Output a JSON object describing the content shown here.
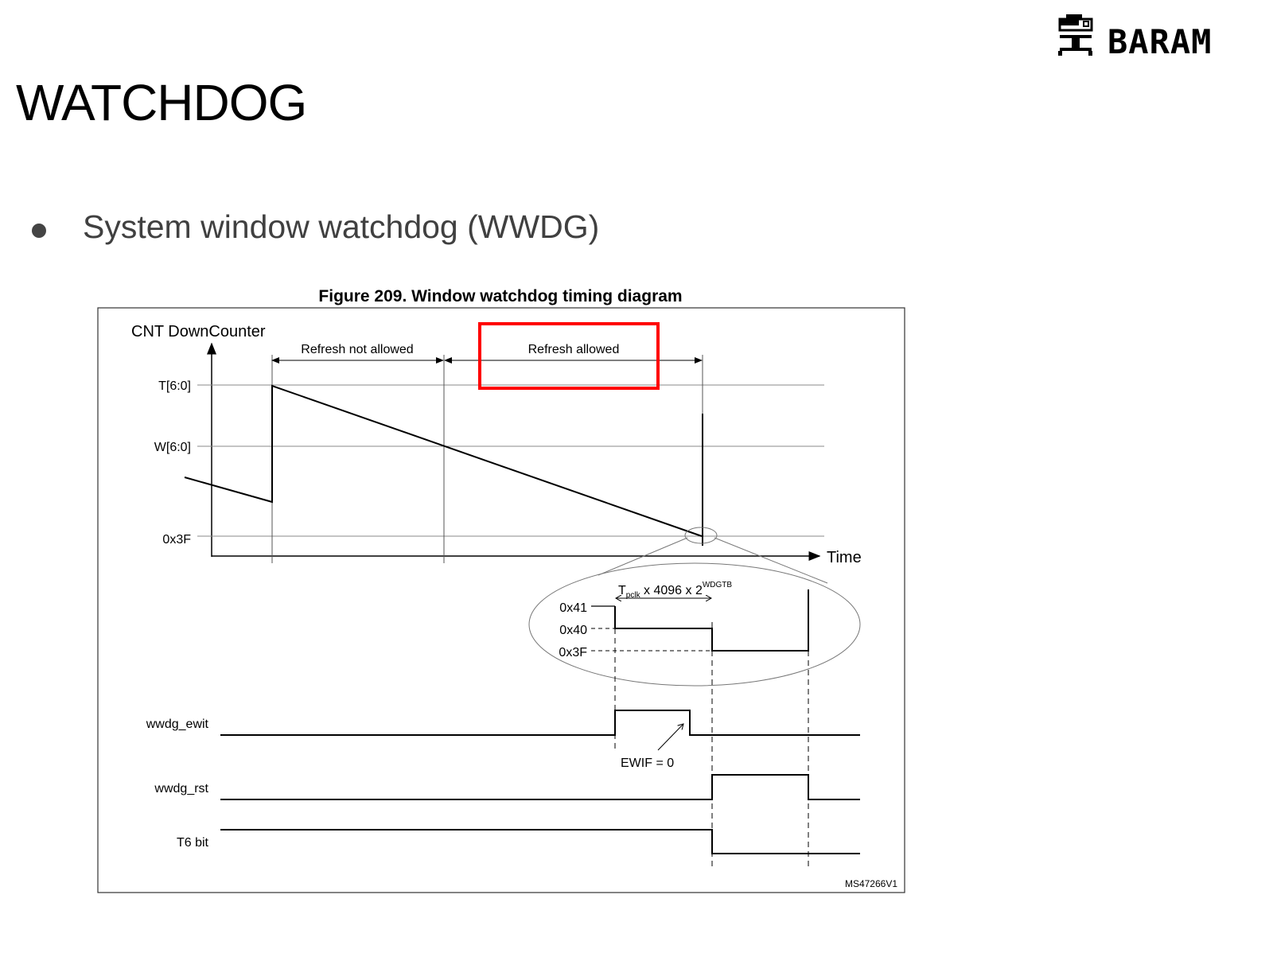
{
  "slide": {
    "title": "WATCHDOG",
    "bullet": "System window watchdog (WWDG)",
    "logo_text": "BARAM"
  },
  "figure": {
    "caption": "Figure 209. Window watchdog timing diagram",
    "y_axis_label": "CNT DownCounter",
    "x_axis_label": "Time",
    "levels": [
      "T[6:0]",
      "W[6:0]",
      "0x3F"
    ],
    "regions": {
      "not_allowed": "Refresh not allowed",
      "allowed": "Refresh allowed"
    },
    "highlight_color": "#ff0000",
    "zoom": {
      "levels": [
        "0x41",
        "0x40",
        "0x3F"
      ],
      "period_base": "T",
      "period_sub": "pclk",
      "period_mid": " x 4096 x 2",
      "period_sup": "WDGTB"
    },
    "signals": [
      "wwdg_ewit",
      "wwdg_rst",
      "T6 bit"
    ],
    "ewif_note": "EWIF = 0",
    "ref_id": "MS47266V1"
  }
}
